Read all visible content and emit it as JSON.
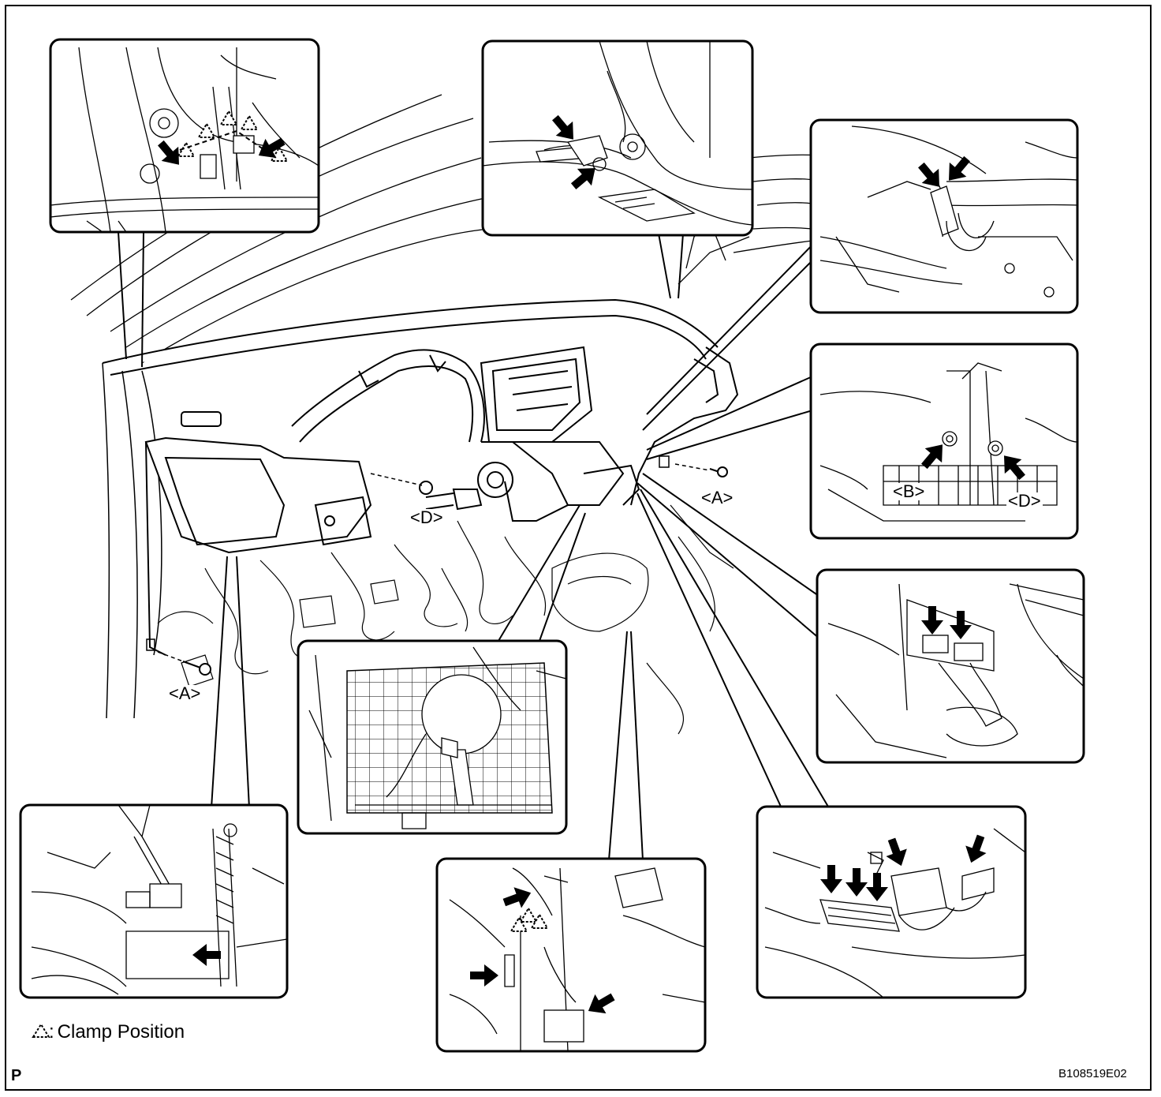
{
  "labels": {
    "a_right": "<A>",
    "a_left": "<A>",
    "d_center": "<D>",
    "b_inset": "<B>",
    "d_inset": "<D>"
  },
  "legend": {
    "symbol": "△",
    "separator": ":",
    "text": "Clamp Position"
  },
  "page_marker": "P",
  "figure_id": "B108519E02",
  "icons": {
    "arrow": "arrow-icon",
    "clamp": "clamp-triangle-icon",
    "bolt": "bolt-icon"
  }
}
